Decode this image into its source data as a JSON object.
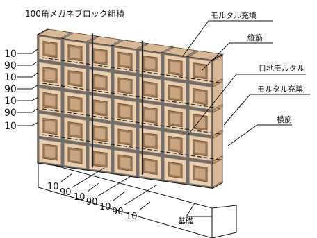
{
  "diagram": {
    "title": "100角メガネブロック組積",
    "labels": {
      "mortar_fill_top": "モルタル充填",
      "vertical_rebar": "縦筋",
      "joint_mortar": "目地モルタル",
      "mortar_fill_side": "モルタル充填",
      "horizontal_rebar": "横筋",
      "foundation": "基礎"
    },
    "vertical_dimensions": [
      "10",
      "90",
      "10",
      "90",
      "10",
      "90",
      "10"
    ],
    "horizontal_dimensions": [
      "10",
      "90",
      "10",
      "90",
      "10",
      "90",
      "10"
    ],
    "block_grid": {
      "columns": 7,
      "rows": 5
    },
    "colors": {
      "block_face": "#e8cfb0",
      "block_opening_rim": "#c9a47e",
      "block_hole": "#a07a55",
      "block_side": "#c49a70",
      "block_top": "#d8b894",
      "mortar_joint": "#6e6e6e",
      "top_cap": "#8a8a8a",
      "foundation": "#ffffff",
      "line": "#111111"
    }
  }
}
